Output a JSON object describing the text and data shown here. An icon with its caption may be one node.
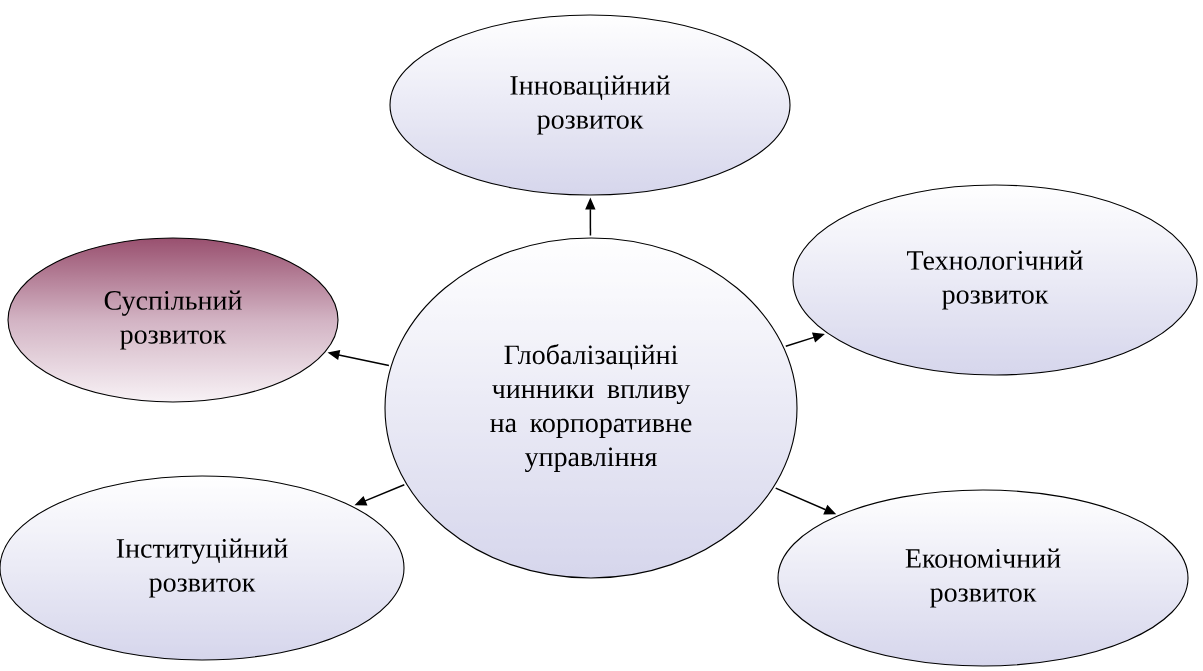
{
  "diagram": {
    "nodes": [
      {
        "text": [
          "Інноваційний розвиток"
        ]
      },
      {
        "text": [
          "Суспільний розвиток"
        ]
      },
      {
        "text": [
          "Технологічний розвиток"
        ]
      },
      {
        "text": [
          "Глобалізаційні чинники впливу на корпоративне управління"
        ]
      },
      {
        "text": [
          "Інституційний розвиток"
        ]
      },
      {
        "text": [
          "Економічний розвиток"
        ]
      }
    ],
    "edges": [
      {
        "from": 3,
        "to": 0,
        "arrow": "to"
      },
      {
        "from": 3,
        "to": 1,
        "arrow": "to"
      },
      {
        "from": 3,
        "to": 2,
        "arrow": "to"
      },
      {
        "from": 3,
        "to": 4,
        "arrow": "to"
      },
      {
        "from": 3,
        "to": 5,
        "arrow": "to"
      }
    ]
  }
}
